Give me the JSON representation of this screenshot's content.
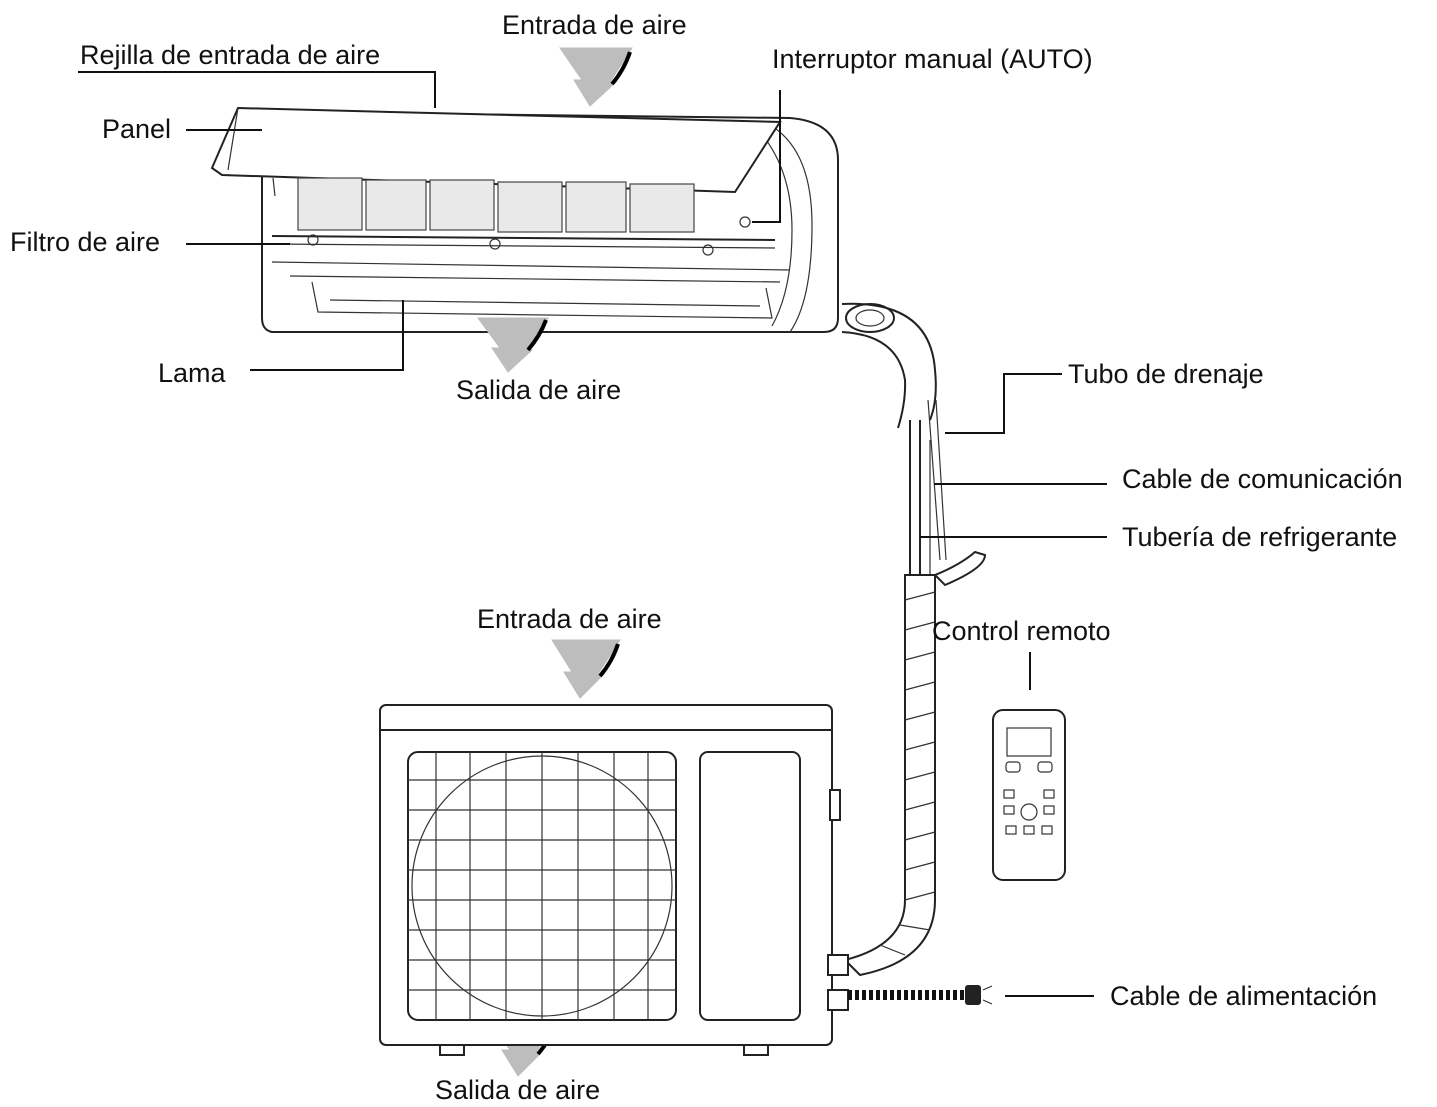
{
  "labels": {
    "intake_top": "Entrada de aire",
    "intake_grille": "Rejilla de entrada de aire",
    "manual_switch": "Interruptor manual (AUTO)",
    "panel": "Panel",
    "air_filter": "Filtro de aire",
    "louver": "Lama",
    "outlet_indoor": "Salida de aire",
    "drain_hose": "Tubo de drenaje",
    "comm_cable": "Cable de comunicación",
    "refrigerant_pipe": "Tubería de refrigerante",
    "intake_outdoor": "Entrada de aire",
    "remote_control": "Control remoto",
    "power_cable": "Cable de alimentación",
    "outlet_outdoor": "Salida de aire"
  }
}
